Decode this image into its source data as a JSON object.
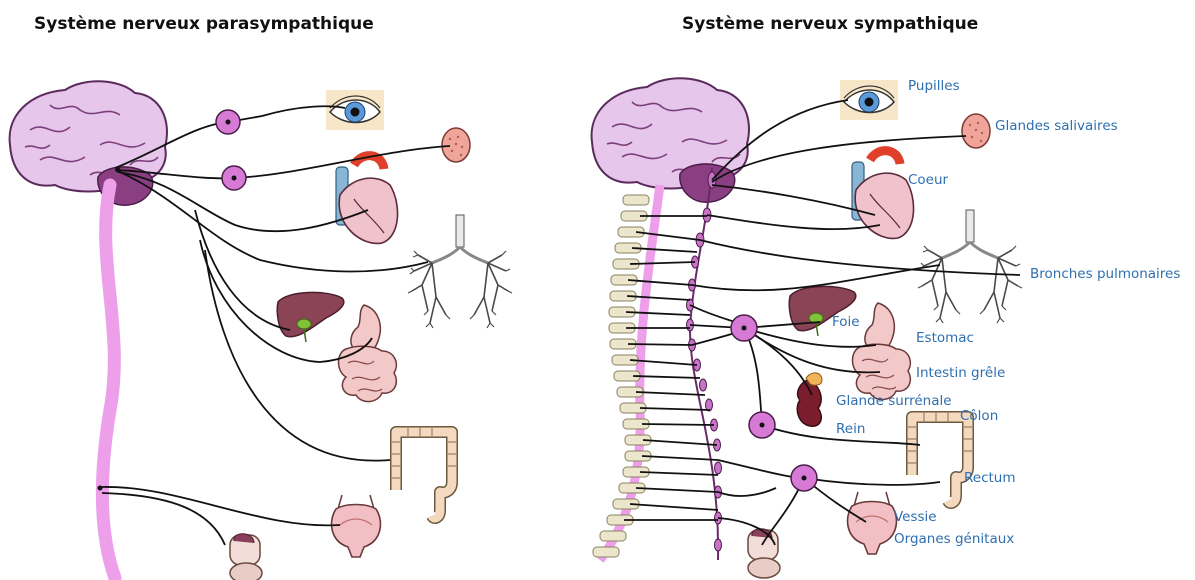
{
  "titles": {
    "parasympathetic": "Système nerveux parasympathique",
    "sympathetic": "Système nerveux sympathique"
  },
  "labels": {
    "pupilles": "Pupilles",
    "glandes_salivaires": "Glandes salivaires",
    "coeur": "Coeur",
    "bronches": "Bronches pulmonaires",
    "foie": "Foie",
    "estomac": "Estomac",
    "intestin": "Intestin grêle",
    "surrenale": "Glande surrénale",
    "rein": "Rein",
    "colon": "Côlon",
    "rectum": "Rectum",
    "vessie": "Vessie",
    "genitaux": "Organes génitaux"
  },
  "colors": {
    "label": "#2e6fb0",
    "ganglion": "#d77ad6",
    "spinal_cord": "#ee9fea",
    "brain": "#e6c6ea",
    "cerebellum": "#8a3f82",
    "nerve": "#111111",
    "vertebra": "#ece6cc"
  }
}
